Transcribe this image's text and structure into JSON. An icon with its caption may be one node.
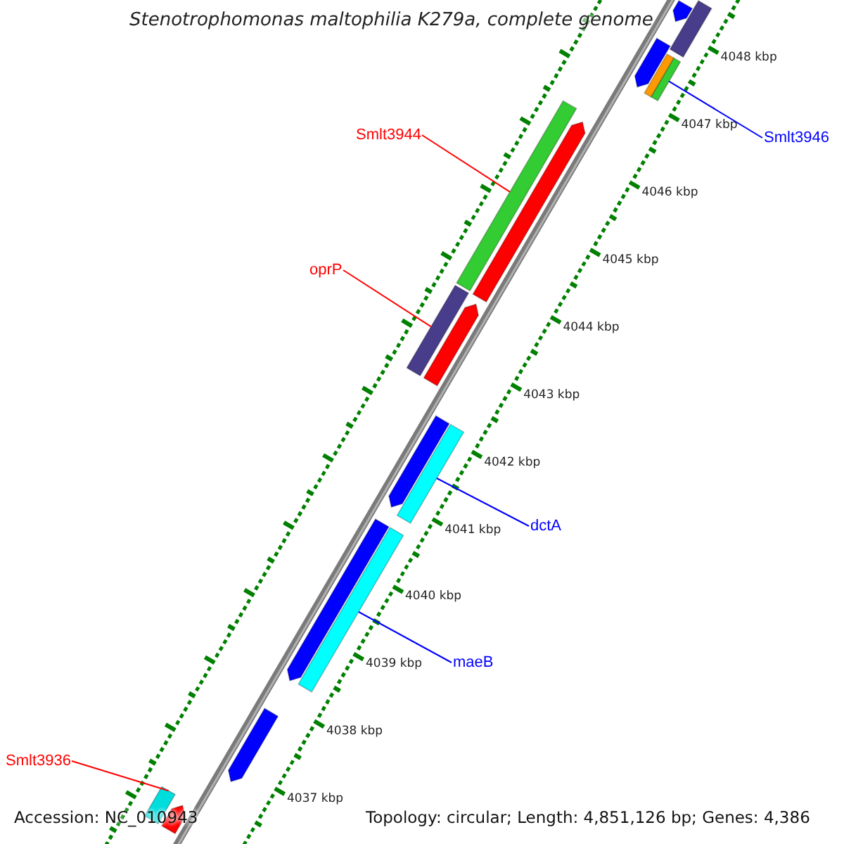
{
  "diagram": {
    "title": "Stenotrophomonas maltophilia K279a, complete genome",
    "nodes": [
      {
        "text": [
          "Smlt3946"
        ]
      },
      {
        "text": [],
        "shape": "bar"
      },
      {
        "text": [
          "Smlt3944"
        ]
      },
      {
        "text": [],
        "shape": "bar"
      },
      {
        "text": [
          "oprP"
        ]
      },
      {
        "text": [],
        "shape": "bar"
      },
      {
        "text": [
          "dctA"
        ]
      },
      {
        "text": [],
        "shape": "bar"
      },
      {
        "text": [
          "maeB"
        ]
      },
      {
        "text": [],
        "shape": "bar"
      },
      {
        "text": [
          "Smlt3936"
        ]
      },
      {
        "text": [],
        "shape": "bar"
      },
      {
        "text": [],
        "shape": "bar"
      },
      {
        "text": [],
        "shape": "bar"
      },
      {
        "text": [],
        "shape": "bar"
      },
      {
        "text": [],
        "shape": "bar"
      },
      {
        "text": [],
        "shape": "bar"
      },
      {
        "text": [],
        "shape": "bar"
      },
      {
        "text": [],
        "shape": "bar"
      },
      {
        "text": [],
        "shape": "bar"
      },
      {
        "text": [],
        "shape": "bar"
      },
      {
        "text": [],
        "shape": "bar"
      }
    ],
    "edges": [
      {
        "from": 0,
        "to": 1,
        "arrow": "none",
        "color": "#0000ff"
      },
      {
        "from": 2,
        "to": 3,
        "arrow": "none",
        "color": "#ff0000"
      },
      {
        "from": 4,
        "to": 5,
        "arrow": "none",
        "color": "#ff0000"
      },
      {
        "from": 6,
        "to": 7,
        "arrow": "none",
        "color": "#0000ff"
      },
      {
        "from": 8,
        "to": 9,
        "arrow": "none",
        "color": "#0000ff"
      },
      {
        "from": 10,
        "to": 11,
        "arrow": "none",
        "color": "#ff0000"
      }
    ],
    "labels": [
      "4048 kbp",
      "4047 kbp",
      "4046 kbp",
      "4045 kbp",
      "4044 kbp",
      "4043 kbp",
      "4042 kbp",
      "4041 kbp",
      "4040 kbp",
      "4039 kbp",
      "4038 kbp",
      "4037 kbp",
      "Accession: NC_010943",
      "Topology: circular; Length: 4,851,126 bp; Genes: 4,386"
    ]
  }
}
